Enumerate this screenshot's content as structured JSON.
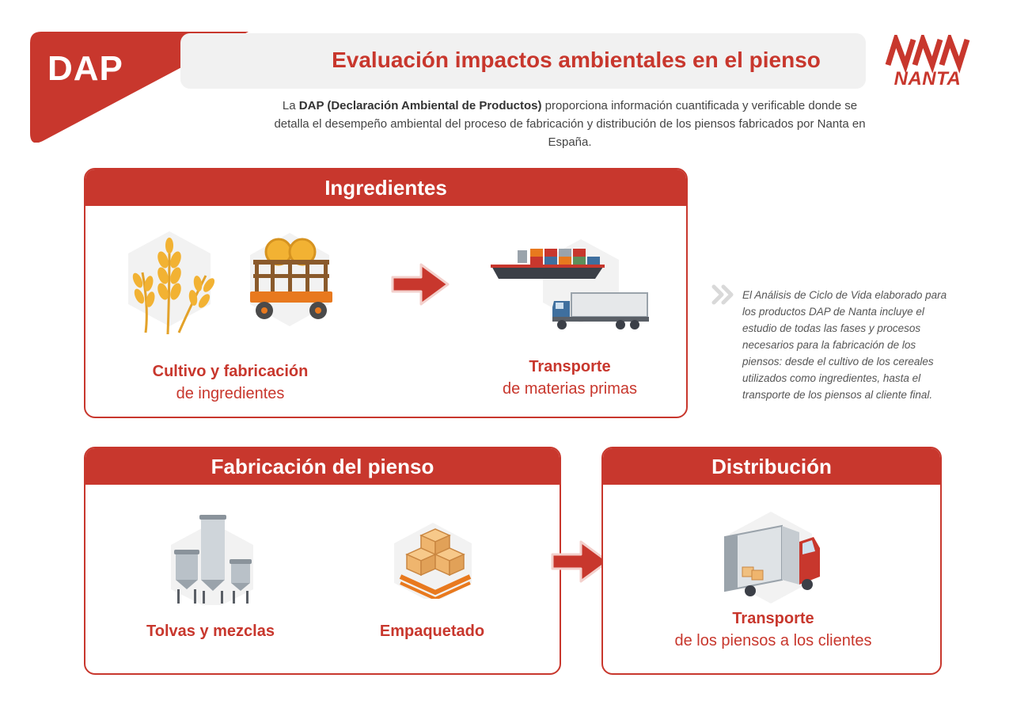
{
  "header": {
    "badge": "DAP",
    "title": "Evaluación impactos ambientales en el pienso",
    "brand": "NANTA",
    "intro_pre": "La ",
    "intro_bold": "DAP (Declaración Ambiental de Productos)",
    "intro_post": " proporciona información cuantificada y verificable donde se detalla el desempeño ambiental del proceso de fabricación y distribución de los piensos fabricados por Nanta en España."
  },
  "ingredientes": {
    "title": "Ingredientes",
    "step1_strong": "Cultivo y fabricación",
    "step1_light": "de ingredientes",
    "step2_strong": "Transporte",
    "step2_light": "de materias primas"
  },
  "fabricacion": {
    "title": "Fabricación del pienso",
    "step1_strong": "Tolvas y mezclas",
    "step2_strong": "Empaquetado"
  },
  "distribucion": {
    "title": "Distribución",
    "step_strong": "Transporte",
    "step_light": "de los piensos a los clientes"
  },
  "side_note": "El Análisis de Ciclo de Vida elaborado para los productos DAP de Nanta incluye el estudio de todas las fases y procesos necesarios para la fabricación de los piensos: desde el cultivo de los cereales utilizados como ingredientes, hasta el transporte de los piensos al cliente final.",
  "colors": {
    "accent": "#c8372d",
    "wheat": "#f2b233",
    "orange": "#e8791e",
    "grey": "#9aa3ab"
  }
}
